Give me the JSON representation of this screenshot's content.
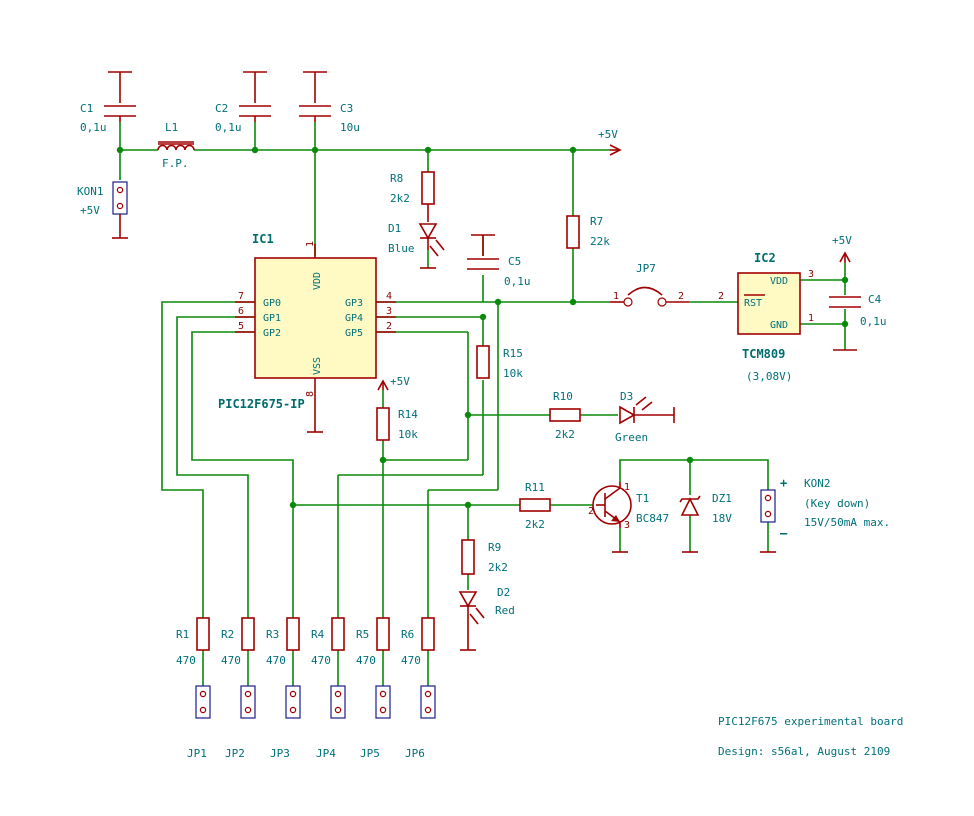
{
  "title": "PIC12F675 experimental board",
  "design_note": "Design: s56al, August 2109",
  "power": {
    "p5v_top": "+5V",
    "p5v_ic2": "+5V",
    "p5v_r14": "+5V"
  },
  "ic1": {
    "ref": "IC1",
    "value": "PIC12F675-IP",
    "pins": {
      "gp0": "GP0",
      "gp1": "GP1",
      "gp2": "GP2",
      "gp3": "GP3",
      "gp4": "GP4",
      "gp5": "GP5",
      "vdd": "VDD",
      "vss": "VSS"
    },
    "pin_numbers": {
      "gp0": "7",
      "gp1": "6",
      "gp2": "5",
      "gp3": "4",
      "gp4": "3",
      "gp5": "2",
      "vdd": "1",
      "vss": "8"
    }
  },
  "ic2": {
    "ref": "IC2",
    "value": "TCM809",
    "note": "(3,08V)",
    "pins": {
      "vdd": "VDD",
      "rst": "RST",
      "gnd": "GND"
    },
    "pin_numbers": {
      "vdd": "3",
      "rst": "2",
      "gnd": "1"
    }
  },
  "capacitors": {
    "c1": {
      "ref": "C1",
      "value": "0,1u"
    },
    "c2": {
      "ref": "C2",
      "value": "0,1u"
    },
    "c3": {
      "ref": "C3",
      "value": "10u"
    },
    "c4": {
      "ref": "C4",
      "value": "0,1u"
    },
    "c5": {
      "ref": "C5",
      "value": "0,1u"
    }
  },
  "inductor": {
    "ref": "L1",
    "value": "F.P."
  },
  "connectors": {
    "kon1": {
      "ref": "KON1",
      "value": "+5V"
    },
    "kon2": {
      "ref": "KON2",
      "value1": "(Key down)",
      "value2": "15V/50mA max.",
      "plus": "+",
      "minus": "–"
    }
  },
  "resistors": {
    "r1": {
      "ref": "R1",
      "value": "470"
    },
    "r2": {
      "ref": "R2",
      "value": "470"
    },
    "r3": {
      "ref": "R3",
      "value": "470"
    },
    "r4": {
      "ref": "R4",
      "value": "470"
    },
    "r5": {
      "ref": "R5",
      "value": "470"
    },
    "r6": {
      "ref": "R6",
      "value": "470"
    },
    "r7": {
      "ref": "R7",
      "value": "22k"
    },
    "r8": {
      "ref": "R8",
      "value": "2k2"
    },
    "r9": {
      "ref": "R9",
      "value": "2k2"
    },
    "r10": {
      "ref": "R10",
      "value": "2k2"
    },
    "r11": {
      "ref": "R11",
      "value": "2k2"
    },
    "r14": {
      "ref": "R14",
      "value": "10k"
    },
    "r15": {
      "ref": "R15",
      "value": "10k"
    }
  },
  "leds": {
    "d1": {
      "ref": "D1",
      "value": "Blue"
    },
    "d2": {
      "ref": "D2",
      "value": "Red"
    },
    "d3": {
      "ref": "D3",
      "value": "Green"
    }
  },
  "transistor": {
    "ref": "T1",
    "value": "BC847",
    "pins": {
      "c": "1",
      "b": "2",
      "e": "3"
    }
  },
  "zener": {
    "ref": "DZ1",
    "value": "18V"
  },
  "jumpers": {
    "jp1": "JP1",
    "jp2": "JP2",
    "jp3": "JP3",
    "jp4": "JP4",
    "jp5": "JP5",
    "jp6": "JP6",
    "jp7": {
      "ref": "JP7",
      "pin1": "1",
      "pin2": "2"
    }
  }
}
